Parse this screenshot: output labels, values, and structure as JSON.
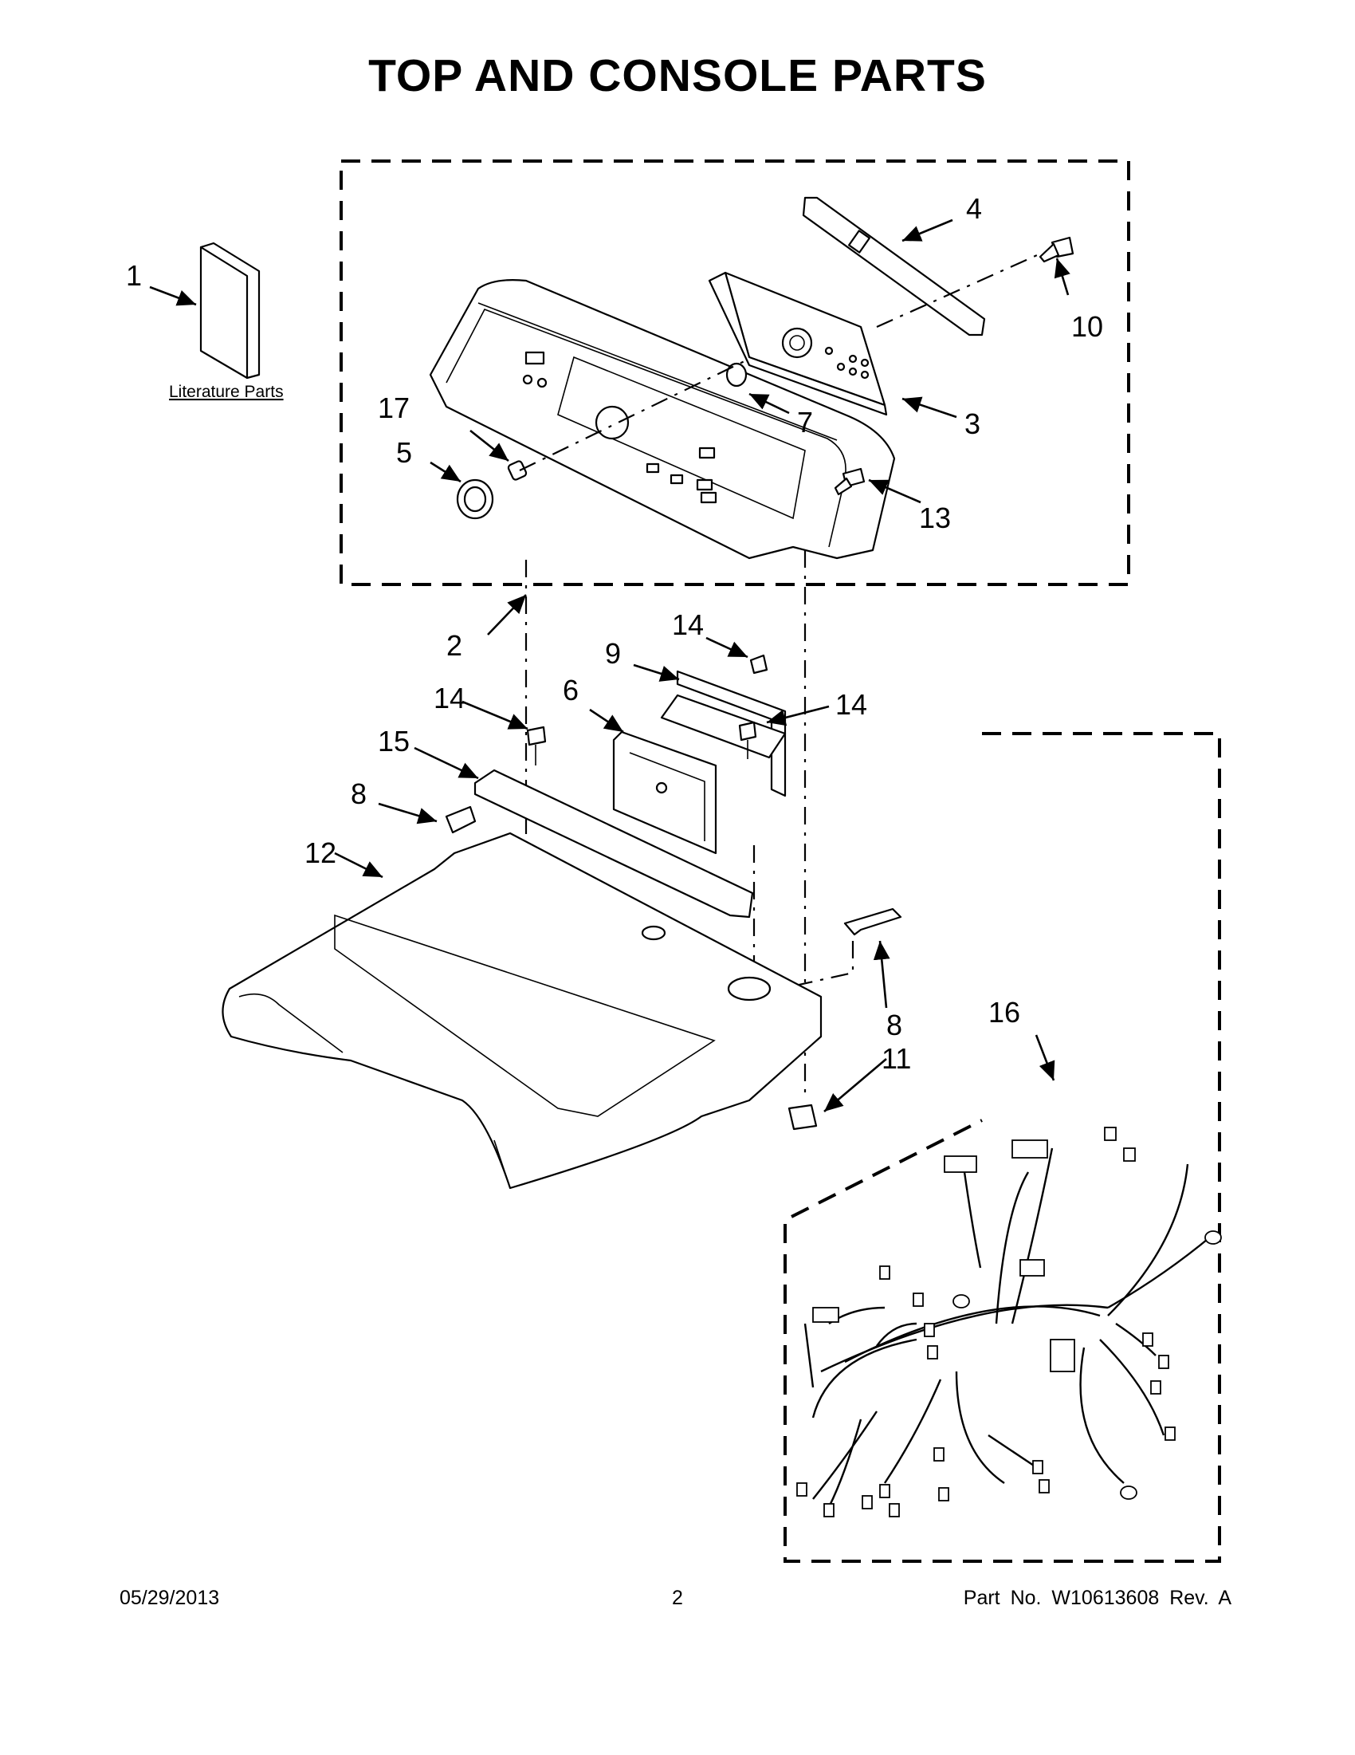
{
  "title": "TOP AND CONSOLE PARTS",
  "literature_label": "Literature Parts",
  "callouts": {
    "c1": "1",
    "c2": "2",
    "c3": "3",
    "c4": "4",
    "c5": "5",
    "c6": "6",
    "c7": "7",
    "c8a": "8",
    "c8b": "8",
    "c9": "9",
    "c10": "10",
    "c11": "11",
    "c12": "12",
    "c13": "13",
    "c14a": "14",
    "c14b": "14",
    "c14c": "14",
    "c15": "15",
    "c16": "16",
    "c17": "17"
  },
  "footer": {
    "date": "05/29/2013",
    "page": "2",
    "part_no": "Part No.  W10613608  Rev.  A"
  }
}
